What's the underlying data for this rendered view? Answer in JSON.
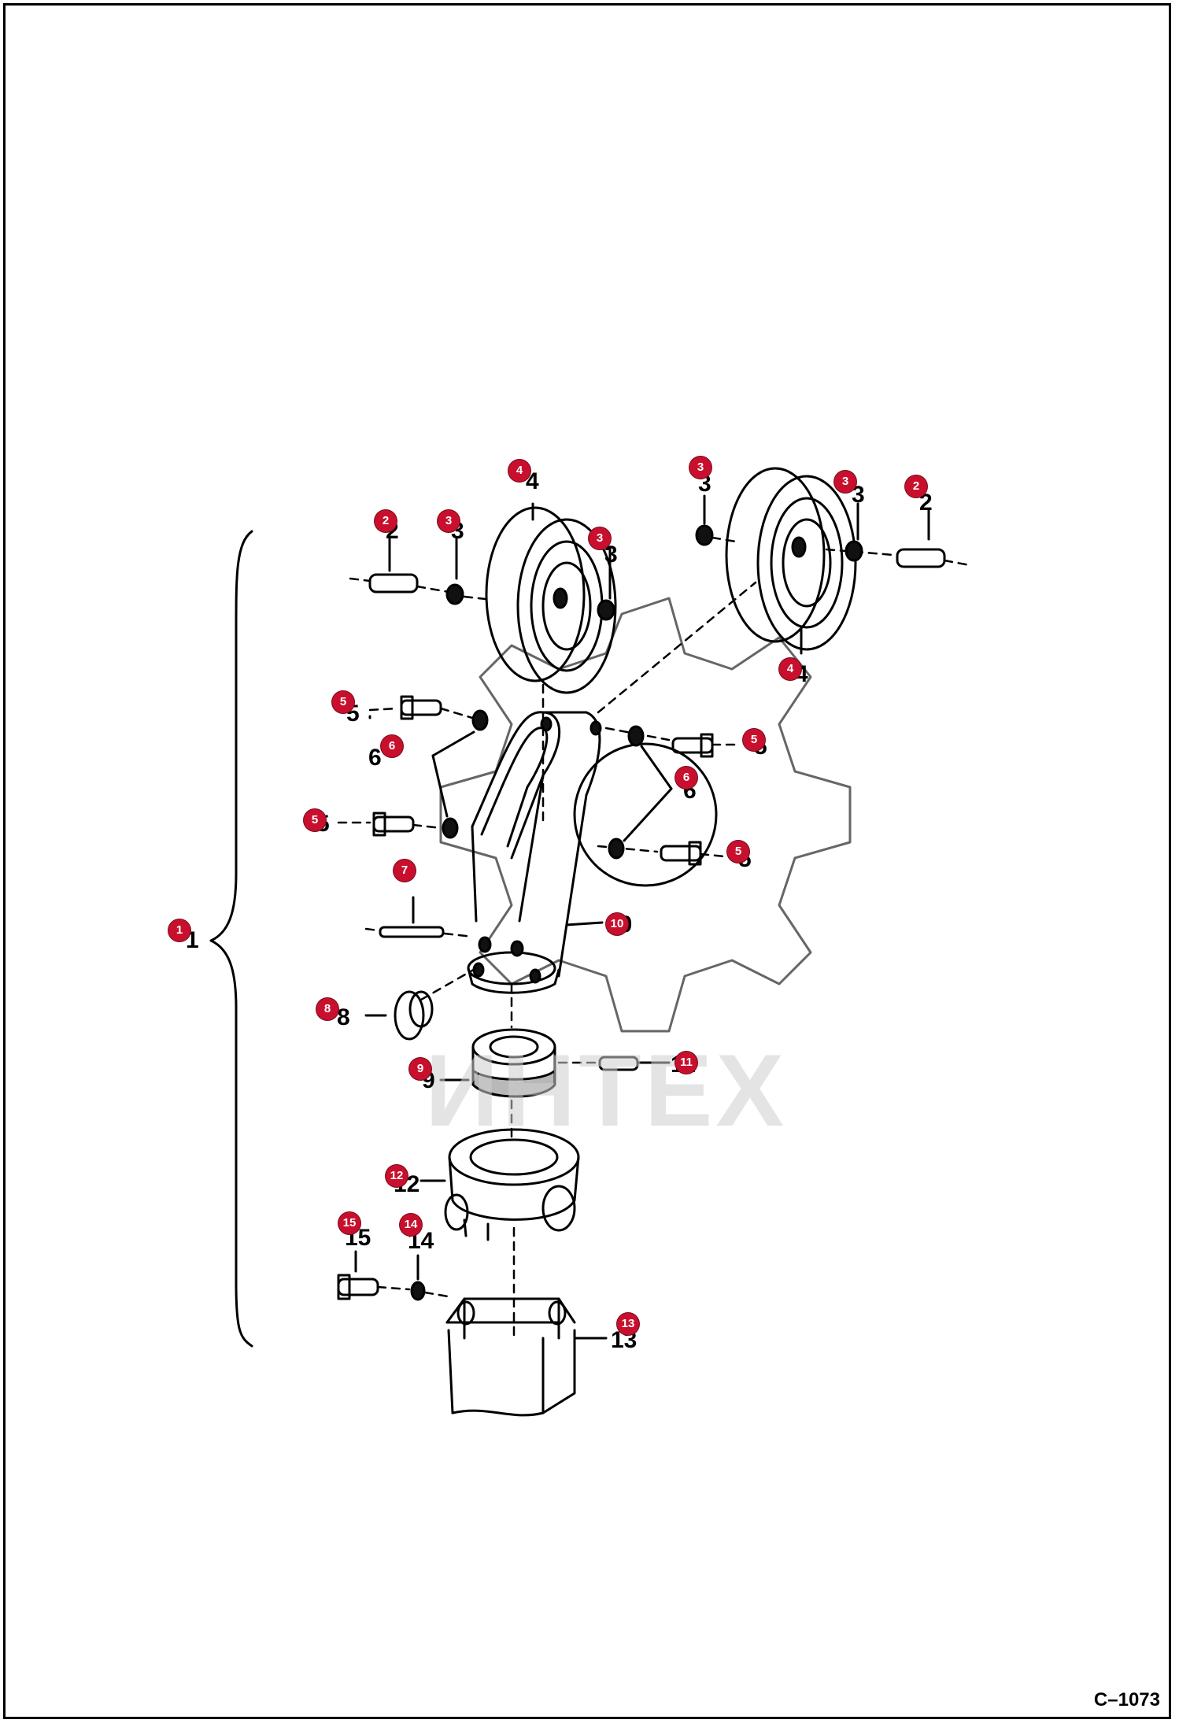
{
  "figure_code": "C–1073",
  "watermark_text": "ИНТЕХ",
  "colors": {
    "callout": "#c8102e",
    "watermark": "#f3c6c8",
    "line": "#000000"
  },
  "callouts": [
    {
      "label": "1"
    },
    {
      "label": "2"
    },
    {
      "label": "2"
    },
    {
      "label": "3"
    },
    {
      "label": "3"
    },
    {
      "label": "3"
    },
    {
      "label": "3"
    },
    {
      "label": "4"
    },
    {
      "label": "4"
    },
    {
      "label": "5"
    },
    {
      "label": "5"
    },
    {
      "label": "5"
    },
    {
      "label": "5"
    },
    {
      "label": "6"
    },
    {
      "label": "6"
    },
    {
      "label": "7"
    },
    {
      "label": "8"
    },
    {
      "label": "9"
    },
    {
      "label": "10"
    },
    {
      "label": "11"
    },
    {
      "label": "12"
    },
    {
      "label": "13"
    },
    {
      "label": "14"
    },
    {
      "label": "15"
    }
  ],
  "printed_numbers": [
    {
      "label": "1"
    },
    {
      "label": "2"
    },
    {
      "label": "3"
    },
    {
      "label": "3"
    },
    {
      "label": "3"
    },
    {
      "label": "3"
    },
    {
      "label": "2"
    },
    {
      "label": "4"
    },
    {
      "label": "4"
    },
    {
      "label": "5"
    },
    {
      "label": "6"
    },
    {
      "label": "5"
    },
    {
      "label": "6"
    },
    {
      "label": "5"
    },
    {
      "label": "5"
    },
    {
      "label": "8"
    },
    {
      "label": "9"
    },
    {
      "label": "10"
    },
    {
      "label": "11"
    },
    {
      "label": "12"
    },
    {
      "label": "15"
    },
    {
      "label": "14"
    },
    {
      "label": "13"
    }
  ]
}
